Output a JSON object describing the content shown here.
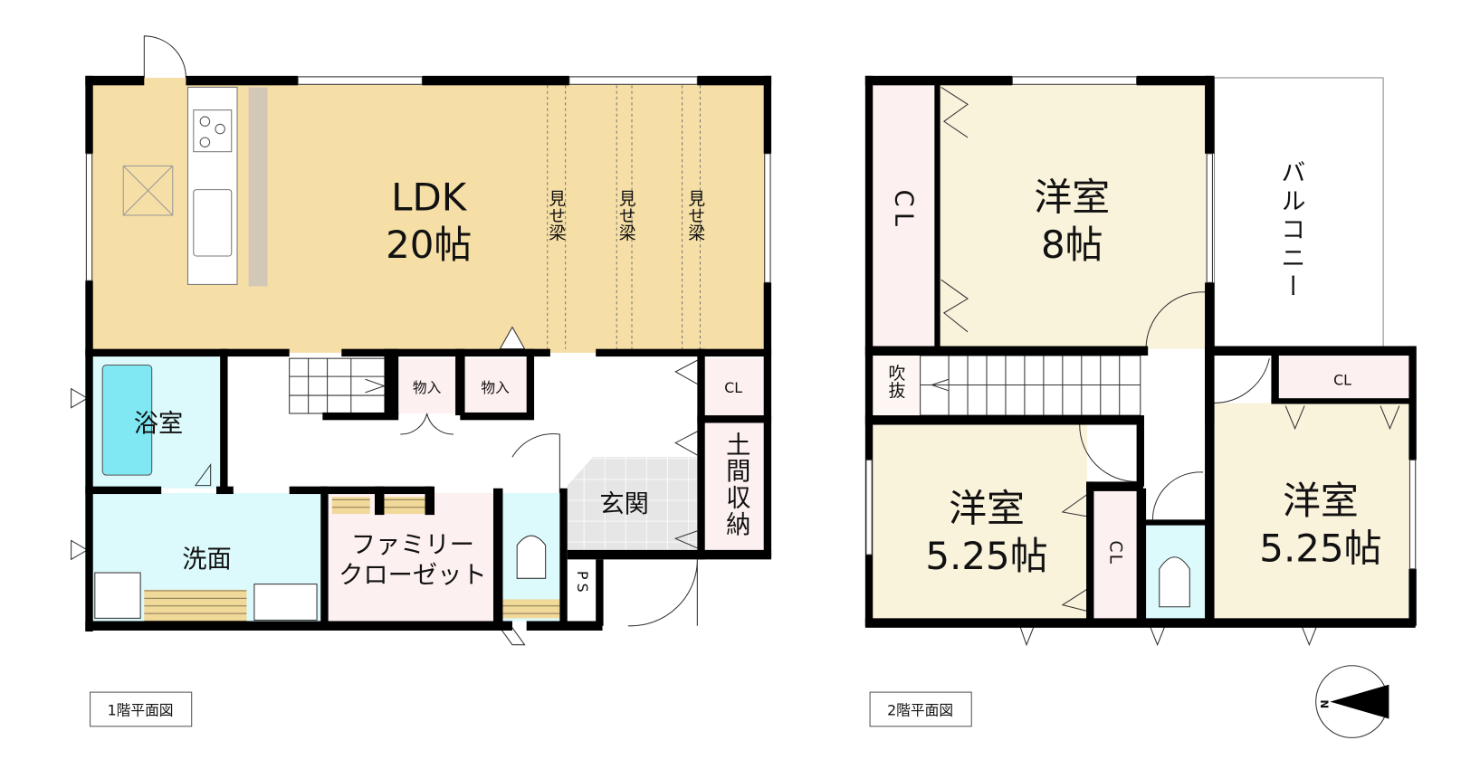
{
  "floor1": {
    "caption": "1階平面図",
    "rooms": {
      "ldk_name": "LDK",
      "ldk_size": "20帖",
      "beam_label": "見せ梁",
      "bath": "浴室",
      "washroom": "洗面",
      "family_closet_line1": "ファミリー",
      "family_closet_line2": "クローゼット",
      "storage": "物入",
      "closet": "CL",
      "entrance": "玄関",
      "earth_storage": "土間収納",
      "pipe_space": "PS"
    }
  },
  "floor2": {
    "caption": "2階平面図",
    "rooms": {
      "western_room": "洋室",
      "room1_size": "8帖",
      "room2_size": "5.25帖",
      "room3_size": "5.25帖",
      "closet": "CL",
      "balcony": "バルコニー",
      "void": "吹抜"
    }
  },
  "compass": {
    "label": "N"
  },
  "colors": {
    "ldk": "#f6dfa6",
    "western": "#faf3dc",
    "closet": "#fdf0f0",
    "water": "#dcfafc",
    "tub": "#80e8f2",
    "entrance": "#e6e6e6",
    "wall": "#000000"
  }
}
